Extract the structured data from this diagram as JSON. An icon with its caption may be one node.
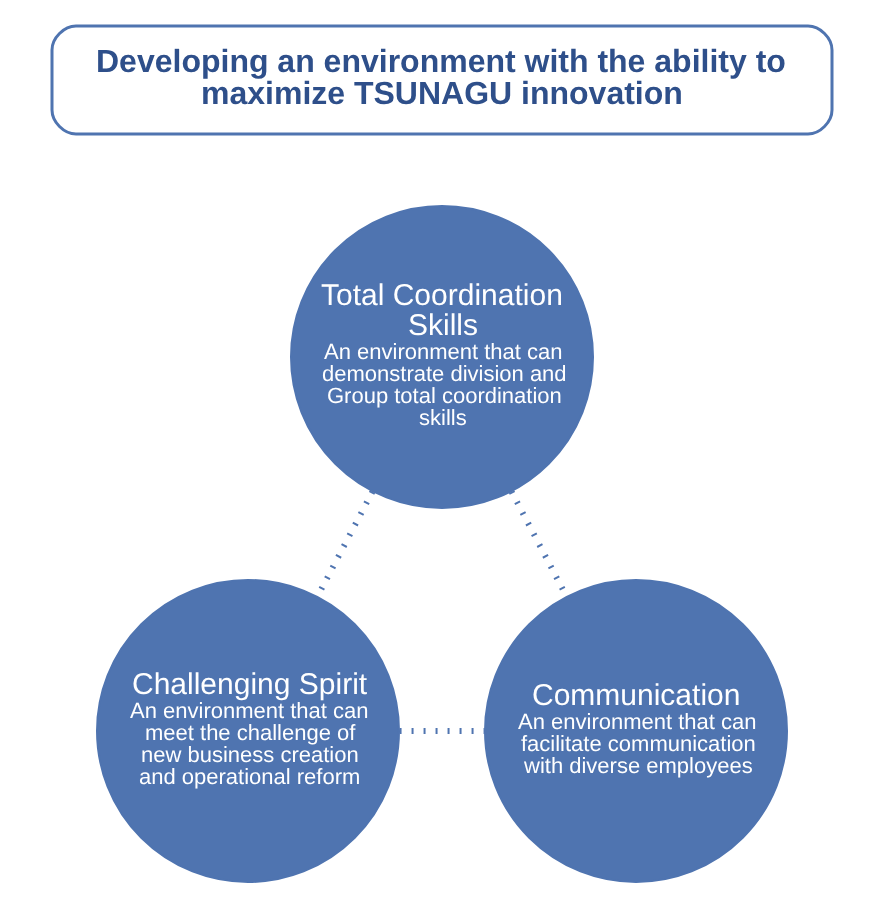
{
  "diagram": {
    "nodes": [
      {
        "text": [
          "Developing an environment with the ability to maximize TSUNAGU innovation"
        ]
      },
      {
        "text": [
          "Total Coordination Skills",
          "An environment that can demonstrate division and Group total coordination skills"
        ]
      },
      {
        "text": [
          "Challenging Spirit",
          "An environment that can meet the challenge of new business creation and operational reform"
        ]
      },
      {
        "text": [
          "Communication",
          "An environment that can facilitate communication with diverse employees"
        ]
      }
    ],
    "edges": [
      {
        "from": 1,
        "to": 2,
        "arrow": "none",
        "style": "dashed"
      },
      {
        "from": 1,
        "to": 3,
        "arrow": "none",
        "style": "dashed"
      },
      {
        "from": 2,
        "to": 3,
        "arrow": "none",
        "style": "dashed"
      }
    ]
  }
}
